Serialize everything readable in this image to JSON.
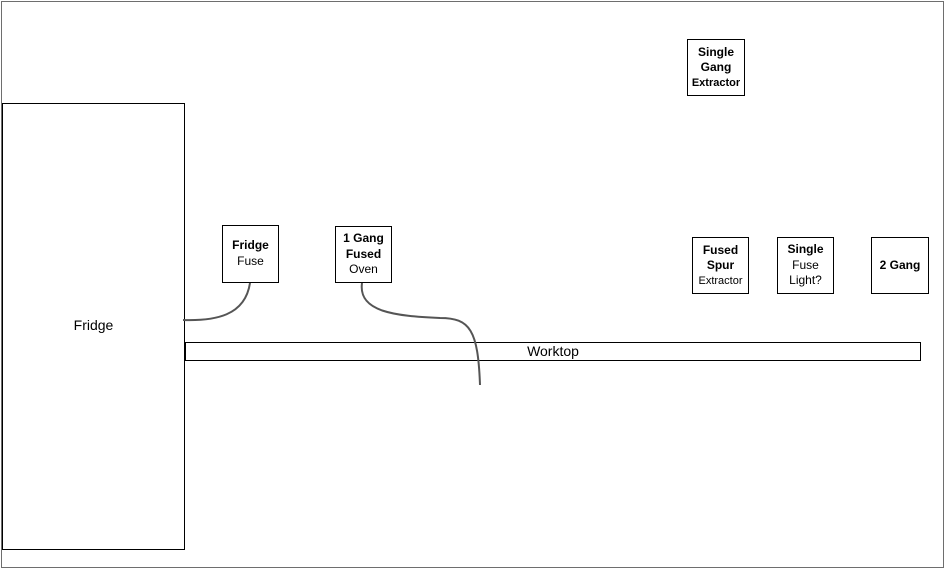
{
  "fridge": {
    "label": "Fridge"
  },
  "worktop": {
    "label": "Worktop"
  },
  "fridge_fuse": {
    "line1": "Fridge",
    "line2": "Fuse"
  },
  "oven": {
    "line1": "1 Gang",
    "line2": "Fused",
    "line3": "Oven"
  },
  "extractor_switch": {
    "line1": "Single",
    "line2": "Gang",
    "line3": "Extractor"
  },
  "fused_spur": {
    "line1": "Fused",
    "line2": "Spur",
    "line3": "Extractor"
  },
  "light_fuse": {
    "line1": "Single",
    "line2": "Fuse",
    "line3": "Light?"
  },
  "two_gang": {
    "label": "2 Gang"
  },
  "colors": {
    "outline": "#000000",
    "wire": "#555555",
    "frame": "#6e6e6e"
  }
}
